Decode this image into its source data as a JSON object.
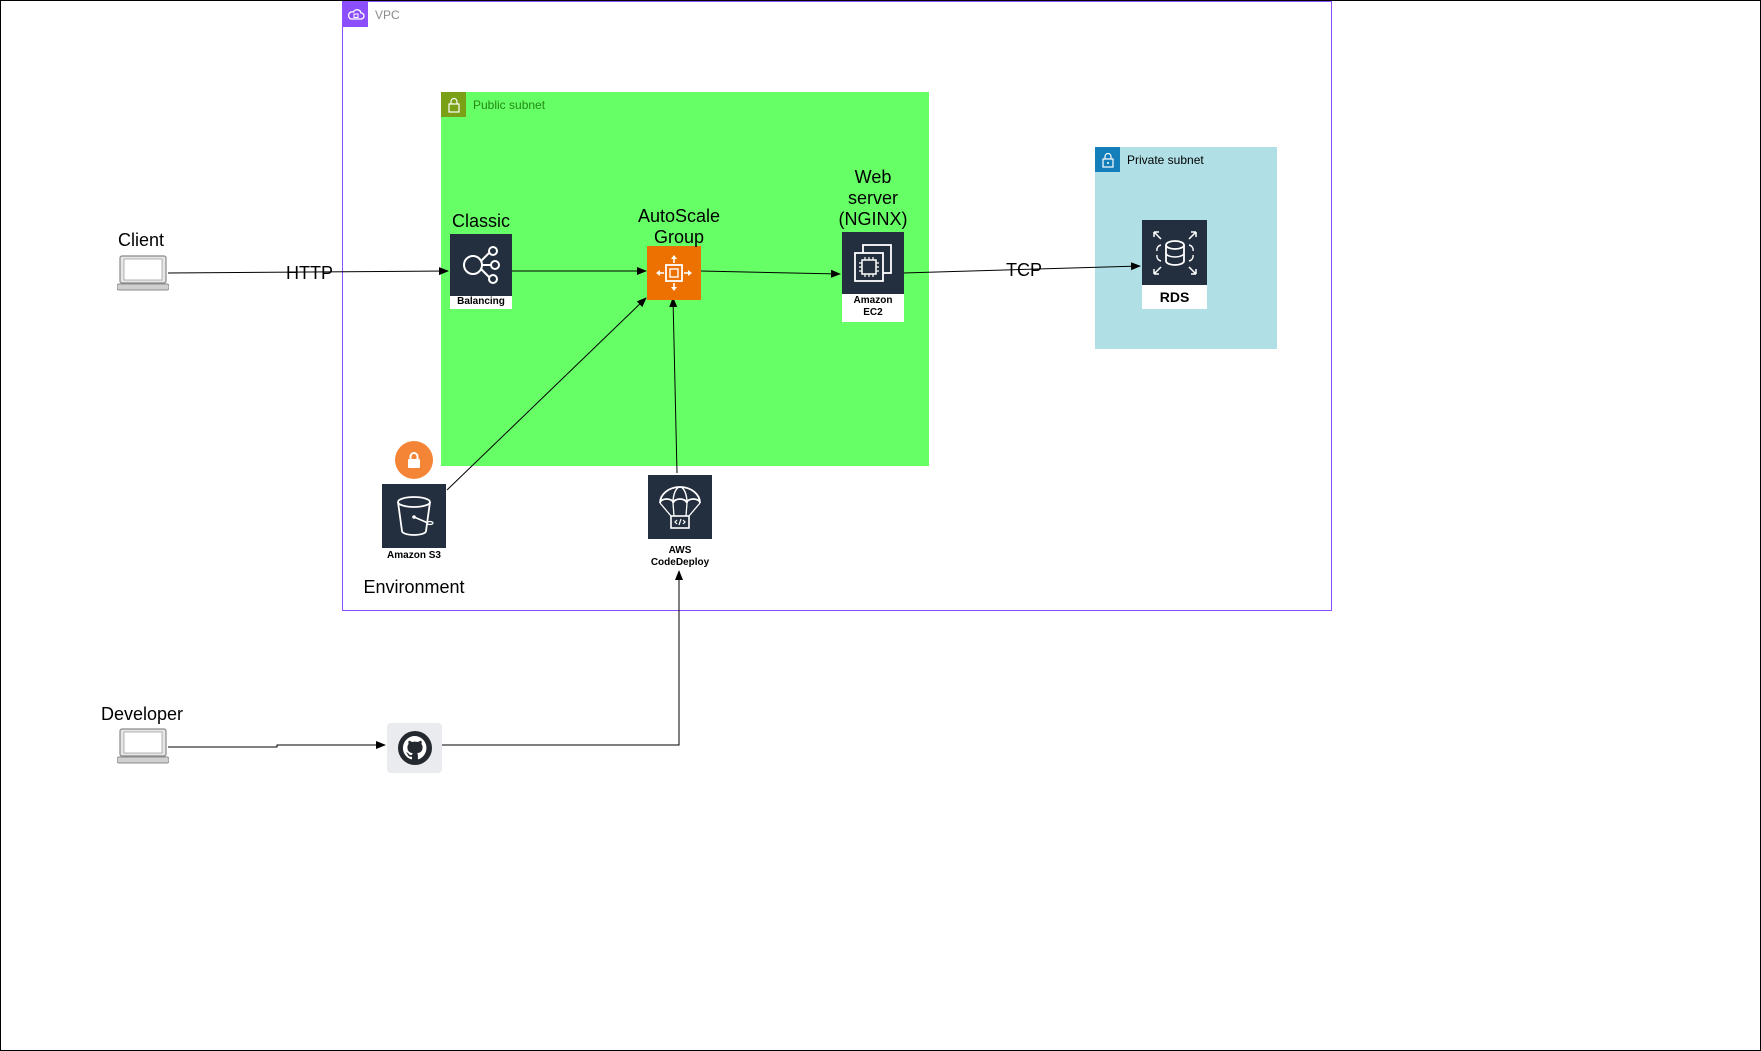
{
  "groups": {
    "vpc": {
      "title": "VPC",
      "color": "#8c4fff",
      "icon": "vpc-cloud-icon"
    },
    "public_subnet": {
      "title": "Public subnet",
      "color": "#66ff66",
      "icon": "subnet-lock-icon"
    },
    "private_subnet": {
      "title": "Private subnet",
      "color": "#b0e0e6",
      "icon": "subnet-lock-icon"
    }
  },
  "nodes": {
    "client": {
      "label": "Client",
      "icon": "laptop-icon"
    },
    "developer": {
      "label": "Developer",
      "icon": "laptop-icon"
    },
    "elb": {
      "label": "Classic",
      "caption": "Balancing",
      "icon": "load-balancer-icon"
    },
    "asg": {
      "label_line1": "AutoScale",
      "label_line2": "Group",
      "icon": "autoscaling-icon",
      "color": "#ed7100"
    },
    "ec2": {
      "label_line1": "Web",
      "label_line2": "server",
      "label_line3": "(NGINX)",
      "caption_line1": "Amazon",
      "caption_line2": "EC2",
      "icon": "ec2-instance-icon"
    },
    "rds": {
      "caption": "RDS",
      "icon": "rds-database-icon"
    },
    "s3": {
      "caption": "Amazon S3",
      "label": "Environment",
      "icon": "s3-bucket-icon"
    },
    "codedeploy": {
      "caption_line1": "AWS",
      "caption_line2": "CodeDeploy",
      "icon": "codedeploy-parachute-icon"
    },
    "github": {
      "icon": "github-icon"
    },
    "lock": {
      "icon": "lock-icon",
      "color": "#f58536"
    }
  },
  "edges": {
    "client_to_elb": {
      "label": "HTTP"
    },
    "ec2_to_rds": {
      "label": "TCP"
    }
  }
}
